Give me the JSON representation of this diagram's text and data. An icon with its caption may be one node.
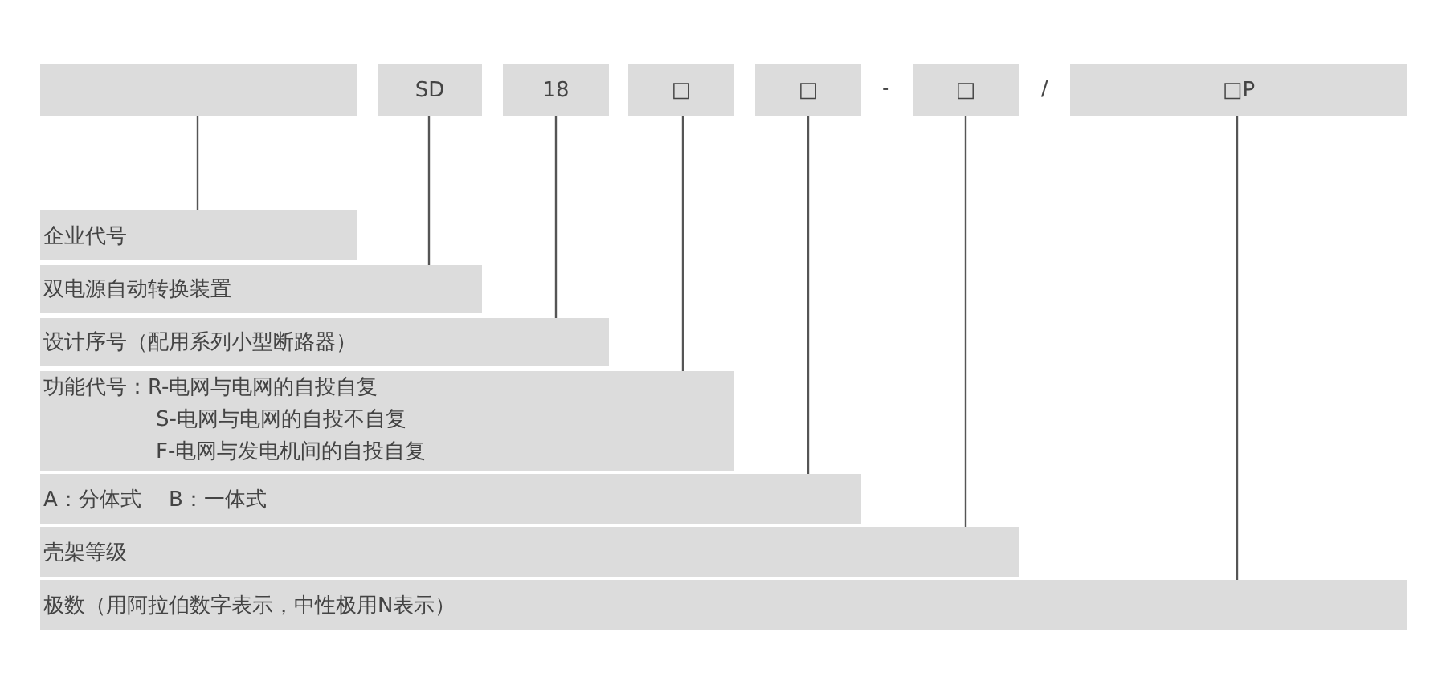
{
  "diagram": {
    "nodes": [
      {
        "text": [],
        "shape": "box"
      },
      {
        "text": [
          "SD"
        ]
      },
      {
        "text": [
          "18"
        ]
      },
      {
        "text": [
          "□"
        ]
      },
      {
        "text": [
          "□"
        ]
      },
      {
        "text": [
          "□"
        ]
      },
      {
        "text": [
          "□P"
        ]
      },
      {
        "text": [
          "企业代号"
        ]
      },
      {
        "text": [
          "双电源自动转换装置"
        ]
      },
      {
        "text": [
          "设计序号（配用系列小型断路器）"
        ]
      },
      {
        "text": [
          "功能代号：R-电网与电网的自投自复",
          "S-电网与电网的自投不自复",
          "F-电网与发电机间的自投自复"
        ]
      },
      {
        "text": [
          "A：分体式　 B：一体式"
        ]
      },
      {
        "text": [
          "壳架等级"
        ]
      },
      {
        "text": [
          "极数（用阿拉伯数字表示，中性极用N表示）"
        ]
      }
    ],
    "edges": [
      {
        "from": 0,
        "to": 7,
        "arrow": "none"
      },
      {
        "from": 1,
        "to": 8,
        "arrow": "none"
      },
      {
        "from": 2,
        "to": 9,
        "arrow": "none"
      },
      {
        "from": 3,
        "to": 10,
        "arrow": "none"
      },
      {
        "from": 4,
        "to": 11,
        "arrow": "none"
      },
      {
        "from": 5,
        "to": 12,
        "arrow": "none"
      },
      {
        "from": 6,
        "to": 13,
        "arrow": "none"
      }
    ],
    "labels": [
      "-",
      "/"
    ]
  }
}
